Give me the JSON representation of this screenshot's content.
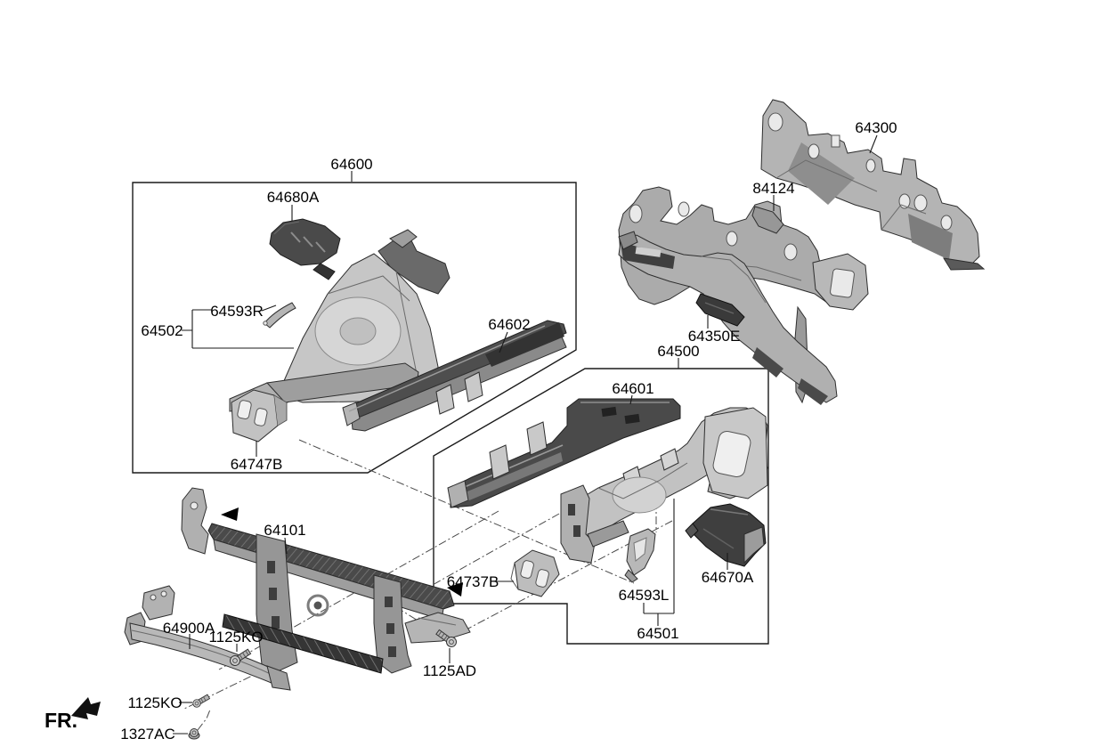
{
  "colors": {
    "background": "#ffffff",
    "outline": "#1a1a1a",
    "part_light": "#c6c6c6",
    "part_mid": "#9a9a9a",
    "part_dark": "#4a4a4a",
    "accent_black": "#000000"
  },
  "callouts": [
    {
      "id": "64600",
      "text": "64600"
    },
    {
      "id": "64680A",
      "text": "64680A"
    },
    {
      "id": "64593R",
      "text": "64593R"
    },
    {
      "id": "64502",
      "text": "64502"
    },
    {
      "id": "64602",
      "text": "64602"
    },
    {
      "id": "64747B",
      "text": "64747B"
    },
    {
      "id": "64300",
      "text": "64300"
    },
    {
      "id": "84124",
      "text": "84124"
    },
    {
      "id": "64350E",
      "text": "64350E"
    },
    {
      "id": "64500",
      "text": "64500"
    },
    {
      "id": "64601",
      "text": "64601"
    },
    {
      "id": "64737B",
      "text": "64737B"
    },
    {
      "id": "64593L",
      "text": "64593L"
    },
    {
      "id": "64501",
      "text": "64501"
    },
    {
      "id": "64670A",
      "text": "64670A"
    },
    {
      "id": "64101",
      "text": "64101"
    },
    {
      "id": "64900A",
      "text": "64900A"
    },
    {
      "id": "1125KO-upper",
      "text": "1125KO"
    },
    {
      "id": "1125AD",
      "text": "1125AD"
    },
    {
      "id": "1125KO-lower",
      "text": "1125KO"
    },
    {
      "id": "1327AC",
      "text": "1327AC"
    }
  ],
  "direction_indicator": {
    "text": "FR."
  }
}
